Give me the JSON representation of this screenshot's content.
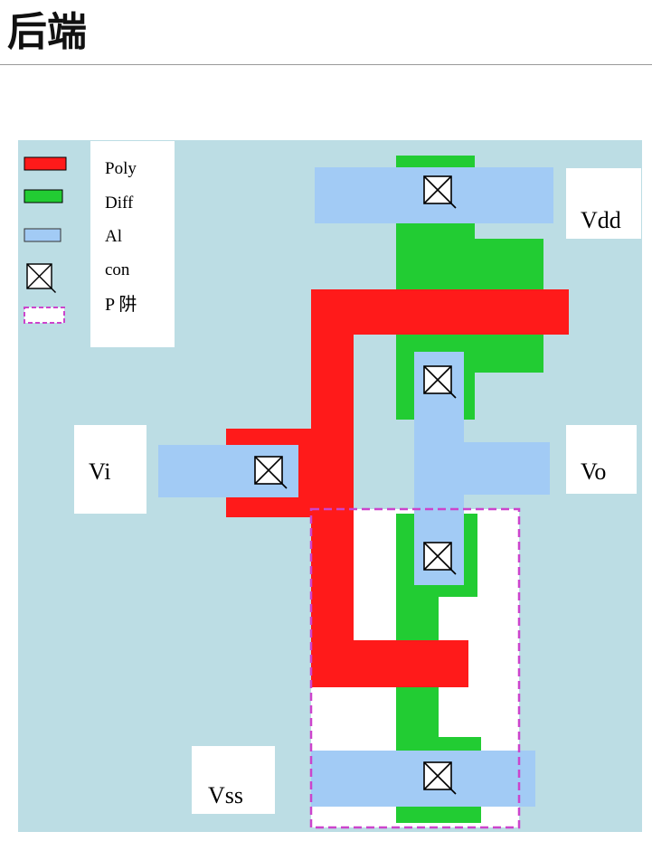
{
  "page": {
    "title": "后端"
  },
  "colors": {
    "background": "#bcdde4",
    "poly": "#ff1a1a",
    "diff": "#22cc33",
    "al": "#a2cbf5",
    "pwell_border": "#cc44cc",
    "white": "#ffffff"
  },
  "legend": {
    "items": [
      {
        "label": "Poly",
        "swatch": "poly"
      },
      {
        "label": "Diff",
        "swatch": "diff"
      },
      {
        "label": "Al",
        "swatch": "al"
      },
      {
        "label": "con",
        "swatch": "contact-icon"
      },
      {
        "label": "P 阱",
        "swatch": "pwell-dashed"
      }
    ]
  },
  "terminals": {
    "vdd": "Vdd",
    "vi": "Vi",
    "vo": "Vo",
    "vss": "Vss"
  }
}
